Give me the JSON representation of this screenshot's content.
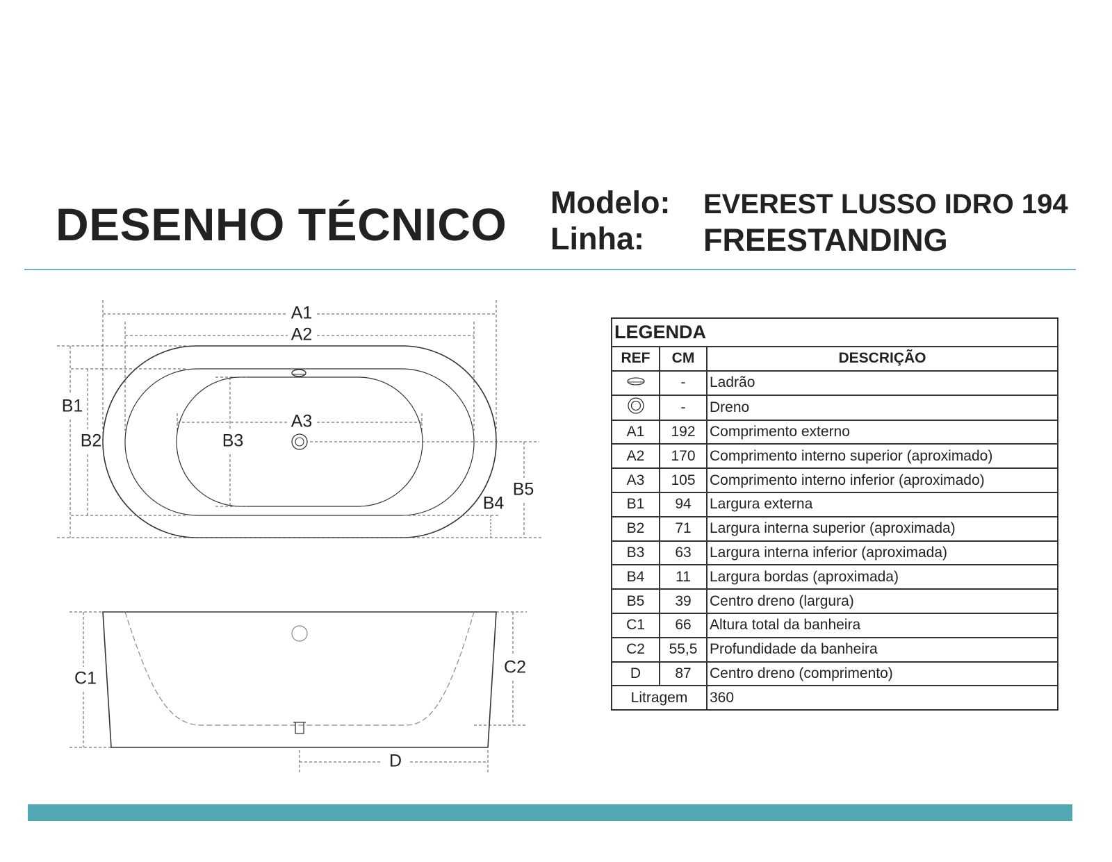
{
  "header": {
    "title": "DESENHO TÉCNICO",
    "model_label": "Modelo:",
    "model_value": "EVEREST LUSSO IDRO 194",
    "line_label": "Linha:",
    "line_value": "FREESTANDING"
  },
  "drawing": {
    "labels": {
      "A1": "A1",
      "A2": "A2",
      "A3": "A3",
      "B1": "B1",
      "B2": "B2",
      "B3": "B3",
      "B4": "B4",
      "B5": "B5",
      "C1": "C1",
      "C2": "C2",
      "D": "D"
    }
  },
  "legend": {
    "title": "LEGENDA",
    "columns": [
      "REF",
      "CM",
      "DESCRIÇÃO"
    ],
    "rows": [
      {
        "ref_icon": "overflow-icon",
        "cm": "-",
        "desc": "Ladrão"
      },
      {
        "ref_icon": "drain-icon",
        "cm": "-",
        "desc": "Dreno"
      },
      {
        "ref": "A1",
        "cm": "192",
        "desc": "Comprimento externo"
      },
      {
        "ref": "A2",
        "cm": "170",
        "desc": "Comprimento interno superior (aproximado)"
      },
      {
        "ref": "A3",
        "cm": "105",
        "desc": "Comprimento interno inferior (aproximado)"
      },
      {
        "ref": "B1",
        "cm": "94",
        "desc": "Largura externa"
      },
      {
        "ref": "B2",
        "cm": "71",
        "desc": "Largura interna superior (aproximada)"
      },
      {
        "ref": "B3",
        "cm": "63",
        "desc": "Largura interna inferior (aproximada)"
      },
      {
        "ref": "B4",
        "cm": "11",
        "desc": "Largura bordas (aproximada)"
      },
      {
        "ref": "B5",
        "cm": "39",
        "desc": "Centro dreno (largura)"
      },
      {
        "ref": "C1",
        "cm": "66",
        "desc": "Altura total da banheira"
      },
      {
        "ref": "C2",
        "cm": "55,5",
        "desc": "Profundidade da banheira"
      },
      {
        "ref": "D",
        "cm": "87",
        "desc": "Centro dreno (comprimento)"
      }
    ],
    "volume": {
      "label": "Litragem",
      "value": "360"
    }
  },
  "colors": {
    "accent": "#52a8b2",
    "line": "#333333"
  }
}
